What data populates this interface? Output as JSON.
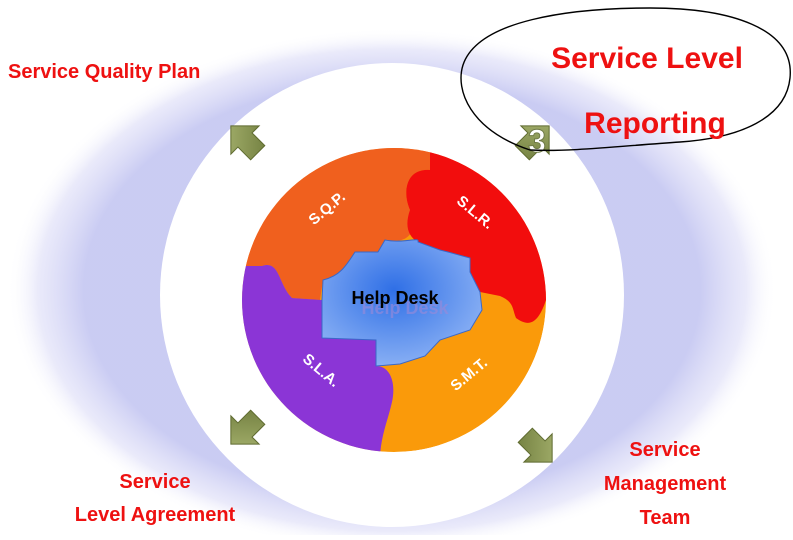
{
  "colors": {
    "label_red": "#ee1111",
    "sqp": "#f0601e",
    "slr": "#f20d0d",
    "sla": "#8b35d6",
    "smt": "#fa9a0a",
    "help_desk": "#4f86e8",
    "arrow": "#8d9a55",
    "halo": "#c7c9f2"
  },
  "diagram": {
    "labels": {
      "quality_plan": "Service Quality Plan",
      "level_reporting_line1": "Service Level",
      "level_reporting_line2": "Reporting",
      "level_agreement_line1": "Service",
      "level_agreement_line2": "Level Agreement",
      "management_team_line1": "Service",
      "management_team_line2": "Management",
      "management_team_line3": "Team"
    },
    "step_number": "3",
    "pieces": {
      "sqp": "S.Q.P.",
      "slr": "S.L.R.",
      "sla": "S.L.A.",
      "smt": "S.M.T."
    },
    "center": "Help Desk"
  }
}
